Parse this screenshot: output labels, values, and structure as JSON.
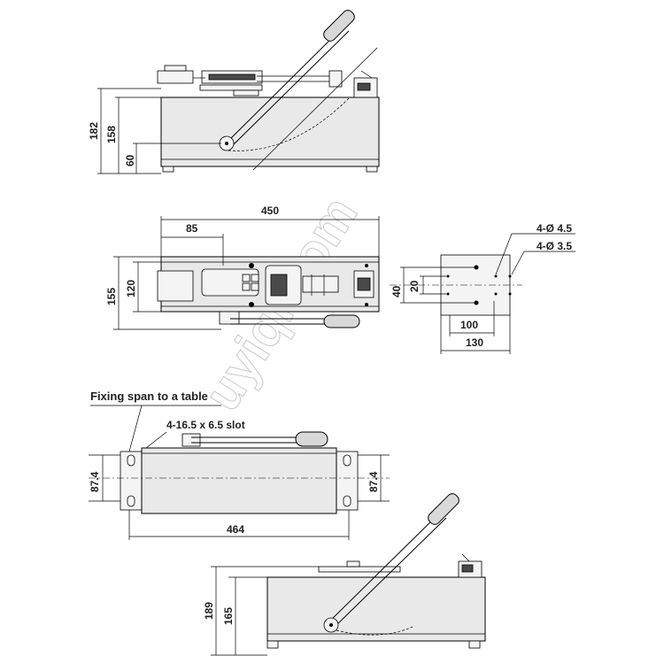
{
  "drawing": {
    "side_view_top": {
      "dim_overall_height": "182",
      "dim_body_height": "158",
      "dim_pivot_height": "60"
    },
    "top_view": {
      "dim_length": "450",
      "dim_offset": "85",
      "dim_outer_width": "155",
      "dim_inner_width": "120"
    },
    "end_view": {
      "dim_hole_outer": "40",
      "dim_hole_inner": "20",
      "dim_width_inner": "100",
      "dim_width_outer": "130",
      "hole_label_large": "4-Ø 4.5",
      "hole_label_small": "4-Ø 3.5"
    },
    "base_view": {
      "title": "Fixing span to a table",
      "slot_label": "4-16.5 x 6.5 slot",
      "dim_left_span": "87.4",
      "dim_right_span": "87.4",
      "dim_fixing_span": "464"
    },
    "side_view_bottom": {
      "dim_overall_height": "189",
      "dim_body_height": "165"
    },
    "watermark": "uyiqi.com"
  }
}
